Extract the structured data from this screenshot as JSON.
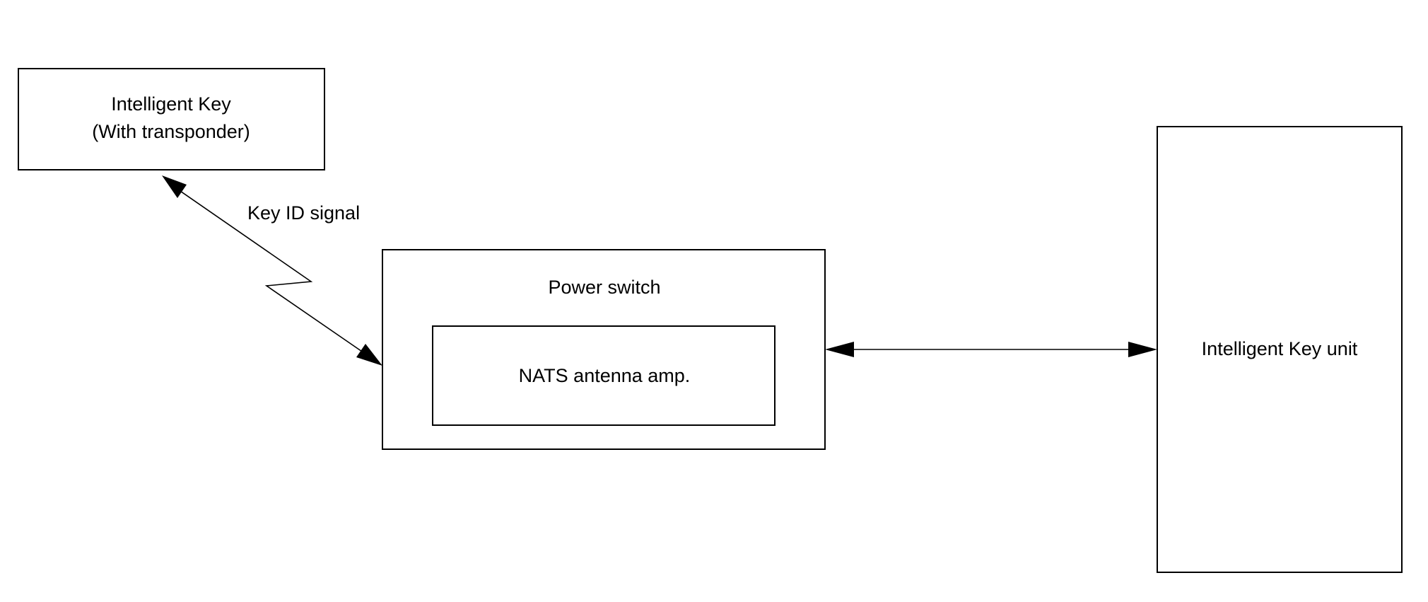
{
  "nodes": {
    "intelligent_key": {
      "line1": "Intelligent Key",
      "line2": "(With transponder)"
    },
    "power_switch": {
      "label": "Power switch"
    },
    "nats_antenna_amp": {
      "label": "NATS antenna amp."
    },
    "intelligent_key_unit": {
      "label": "Intelligent Key unit"
    }
  },
  "edges": {
    "key_id_signal": {
      "label": "Key ID signal"
    }
  },
  "colors": {
    "stroke": "#000000",
    "background": "#ffffff"
  }
}
